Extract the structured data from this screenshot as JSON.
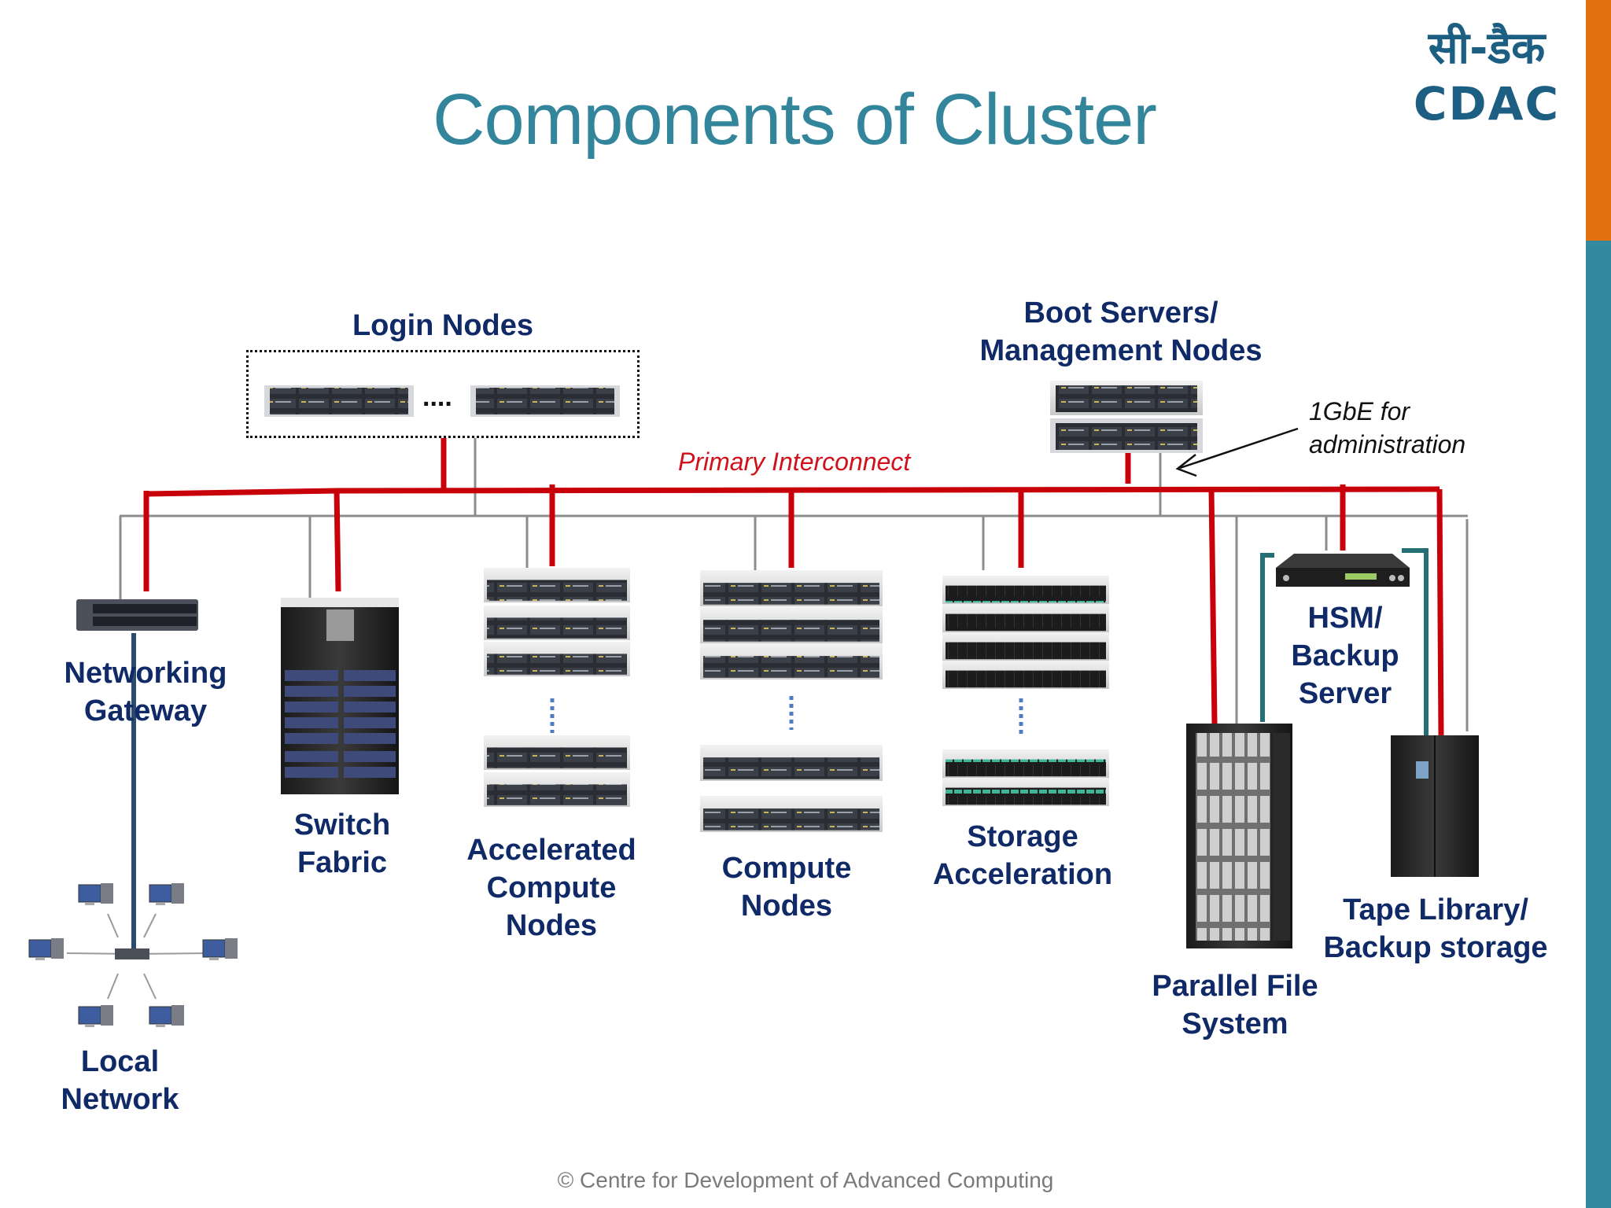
{
  "slide": {
    "title": "Components of Cluster",
    "footer": "© Centre for Development of Advanced Computing",
    "logo": {
      "hindi_text": "सी-डैक",
      "latin_text": "CDAC",
      "color": "#1d5f82"
    },
    "accent_colors": {
      "title": "#33859c",
      "sidebar_top": "#e2700f",
      "sidebar_bottom": "#328aa0",
      "label": "#0f2a66"
    }
  },
  "annotations": {
    "primary_interconnect": "Primary Interconnect",
    "admin_network": "1GbE for\nadministration",
    "login_ellipsis": "...."
  },
  "links": {
    "primary_interconnect_color": "#c8000a",
    "admin_network_color": "#8c8c8c",
    "backup_link_color": "#256e74",
    "external_link_color": "#2b4a70"
  },
  "components": [
    {
      "id": "login-nodes",
      "label": "Login Nodes"
    },
    {
      "id": "boot-servers",
      "label": "Boot Servers/\nManagement Nodes"
    },
    {
      "id": "networking-gateway",
      "label": "Networking\nGateway"
    },
    {
      "id": "switch-fabric",
      "label": "Switch\nFabric"
    },
    {
      "id": "accelerated-compute-nodes",
      "label": "Accelerated\nCompute\nNodes"
    },
    {
      "id": "compute-nodes",
      "label": "Compute\nNodes"
    },
    {
      "id": "storage-acceleration",
      "label": "Storage\nAcceleration"
    },
    {
      "id": "hsm-backup-server",
      "label": "HSM/\nBackup\nServer"
    },
    {
      "id": "parallel-file-system",
      "label": "Parallel File\nSystem"
    },
    {
      "id": "tape-library",
      "label": "Tape Library/\nBackup storage"
    },
    {
      "id": "local-network",
      "label": "Local\nNetwork"
    }
  ]
}
